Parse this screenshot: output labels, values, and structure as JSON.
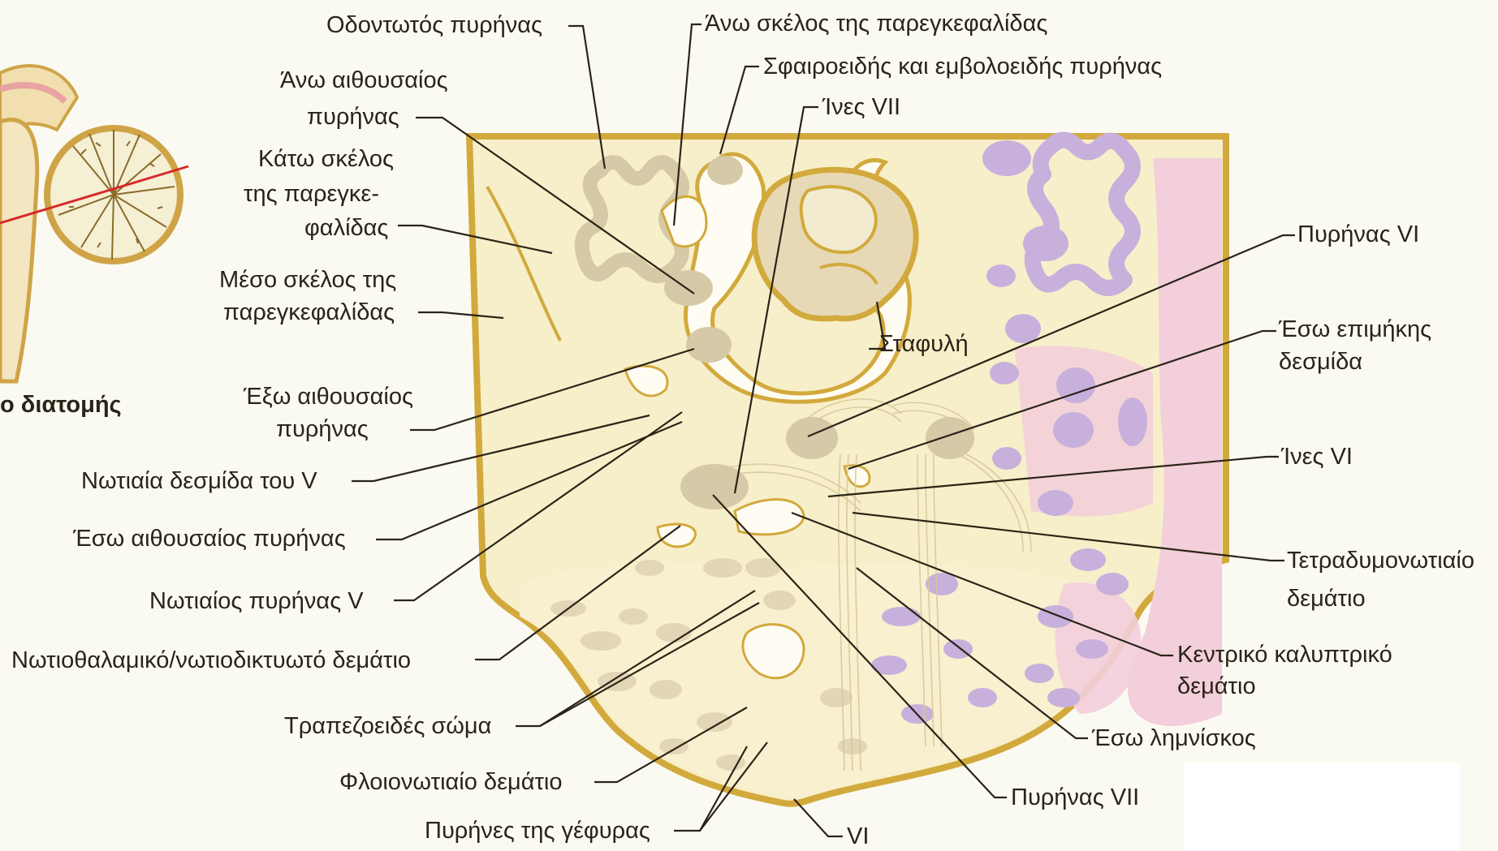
{
  "colors": {
    "background": "#fbfaf2",
    "tissue": "#f7efc9",
    "border": "#d2a93c",
    "nuclei": "#d6c9a7",
    "lemniscus_purple": "#c8b0dc",
    "tract_pink": "#f3cedb",
    "leader_line": "#2a2418",
    "section_line": "#d62a2a"
  },
  "inset": {
    "caption": "ο διατομής"
  },
  "labels": {
    "dentate_nucleus": "Οδοντωτός πυρήνας",
    "superior_peduncle": "Άνω σκέλος της παρεγκεφαλίδας",
    "globose_emboliform": "Σφαιροειδής και εμβολοειδής πυρήνας",
    "superior_vestibular_1": "Άνω αιθουσαίος",
    "superior_vestibular_2": "πυρήνας",
    "fibers_vii": "Ίνες VII",
    "inferior_peduncle_1": "Κάτω σκέλος",
    "inferior_peduncle_2": "της παρεγκε-",
    "inferior_peduncle_3": "φαλίδας",
    "middle_peduncle_1": "Μέσο σκέλος της",
    "middle_peduncle_2": "παρεγκεφαλίδας",
    "nodulus": "Σταφυλή",
    "nucleus_vi": "Πυρήνας VI",
    "mlf_1": "Έσω επιμήκης",
    "mlf_2": "δεσμίδα",
    "lateral_vestibular_1": "Έξω αιθουσαίος",
    "lateral_vestibular_2": "πυρήνας",
    "spinal_tract_v": "Νωτιαία δεσμίδα του V",
    "fibers_vi": "Ίνες VI",
    "medial_vestibular": "Έσω αιθουσαίος πυρήνας",
    "tectospinal_1": "Τετραδυμονωτιαίο",
    "tectospinal_2": "δεμάτιο",
    "spinal_nucleus_v": "Νωτιαίος πυρήνας V",
    "central_tegmental_1": "Κεντρικό καλυπτρικό",
    "central_tegmental_2": "δεμάτιο",
    "spinothalamic": "Νωτιοθαλαμικό/νωτιοδικτυωτό δεμάτιο",
    "trapezoid_body": "Τραπεζοειδές σώμα",
    "medial_lemniscus": "Έσω λημνίσκος",
    "corticospinal": "Φλοιονωτιαίο δεμάτιο",
    "nucleus_vii": "Πυρήνας VII",
    "pontine_nuclei": "Πυρήνες της γέφυρας",
    "nerve_vi": "VI"
  }
}
